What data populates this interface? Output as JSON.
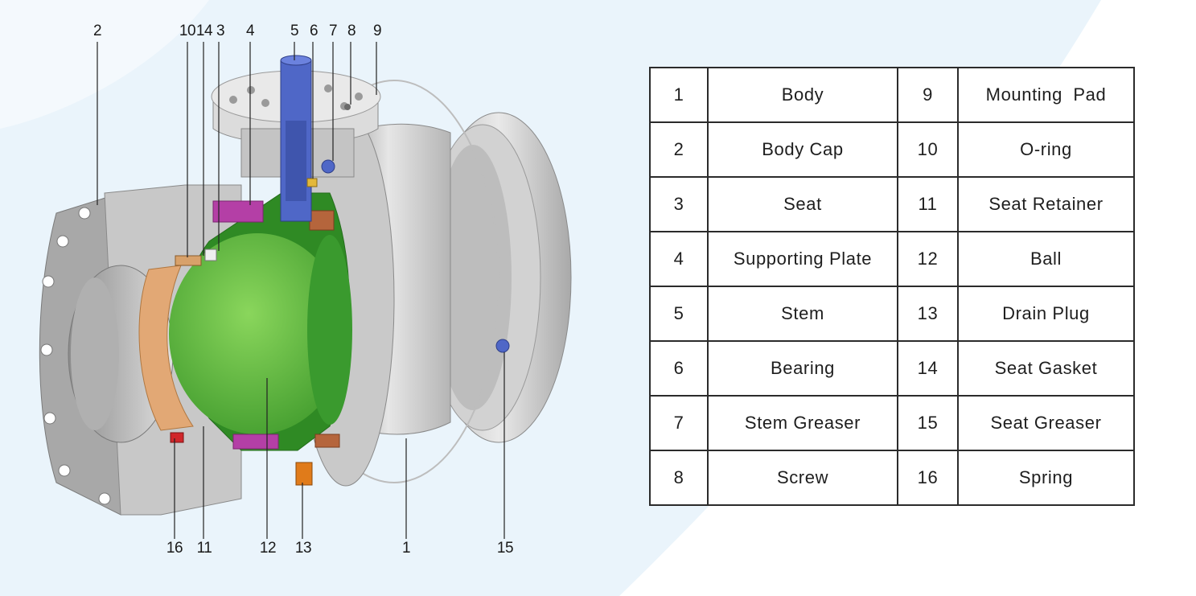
{
  "callouts": {
    "top": [
      "2",
      "10",
      "14",
      "3",
      "4",
      "5",
      "6",
      "7",
      "8",
      "9"
    ],
    "bottom": [
      "16",
      "11",
      "12",
      "13",
      "1",
      "15"
    ]
  },
  "parts": [
    {
      "left_no": "1",
      "left_name": "Body",
      "right_no": "9",
      "right_name": "Mounting  Pad"
    },
    {
      "left_no": "2",
      "left_name": "Body Cap",
      "right_no": "10",
      "right_name": "O-ring"
    },
    {
      "left_no": "3",
      "left_name": "Seat",
      "right_no": "11",
      "right_name": "Seat Retainer"
    },
    {
      "left_no": "4",
      "left_name": "Supporting Plate",
      "right_no": "12",
      "right_name": "Ball"
    },
    {
      "left_no": "5",
      "left_name": "Stem",
      "right_no": "13",
      "right_name": "Drain Plug"
    },
    {
      "left_no": "6",
      "left_name": "Bearing",
      "right_no": "14",
      "right_name": "Seat Gasket"
    },
    {
      "left_no": "7",
      "left_name": "Stem Greaser",
      "right_no": "15",
      "right_name": "Seat Greaser"
    },
    {
      "left_no": "8",
      "left_name": "Screw",
      "right_no": "16",
      "right_name": "Spring"
    }
  ],
  "colors": {
    "background_tint": "#eaf4fb",
    "body_grey": "#cfcfcf",
    "ball_green": "#6cc24a",
    "stem_blue": "#4f67c7",
    "seat_copper": "#e2a875",
    "plate_magenta": "#b43fa6",
    "drain_orange": "#e07b1a",
    "spring_red": "#d0262a"
  }
}
